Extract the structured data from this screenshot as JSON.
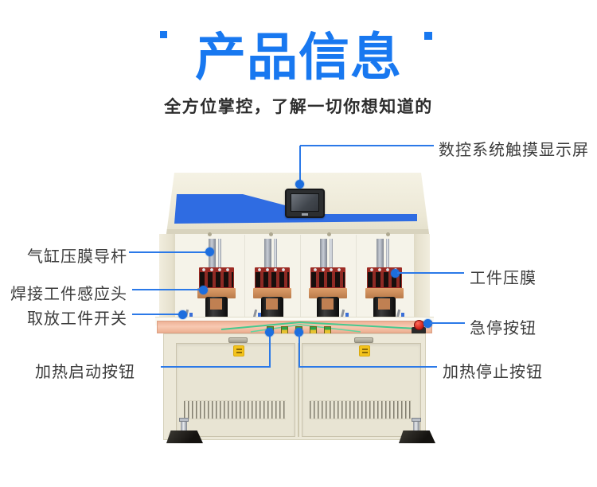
{
  "header": {
    "title": "产品信息",
    "subtitle": "全方位掌控，了解一切你想知道的"
  },
  "callouts": {
    "screen": {
      "label": "数控系统触摸显示屏"
    },
    "guide_rod": {
      "label": "气缸压膜导杆"
    },
    "induction_head": {
      "label": "焊接工件感应头"
    },
    "workpiece_switch": {
      "label": "取放工件开关"
    },
    "film_press": {
      "label": "工件压膜"
    },
    "emergency_stop": {
      "label": "急停按钮"
    },
    "heat_start": {
      "label": "加热启动按钮"
    },
    "heat_stop": {
      "label": "加热停止按钮"
    }
  },
  "colors": {
    "title_blue": "#1878f0",
    "callout_blue": "#2b79e8",
    "banner_blue": "#2f6ce2",
    "machine_cream": "#ece8d8",
    "table_salmon": "#f5c1a9",
    "label_text": "#3b3b3b"
  }
}
